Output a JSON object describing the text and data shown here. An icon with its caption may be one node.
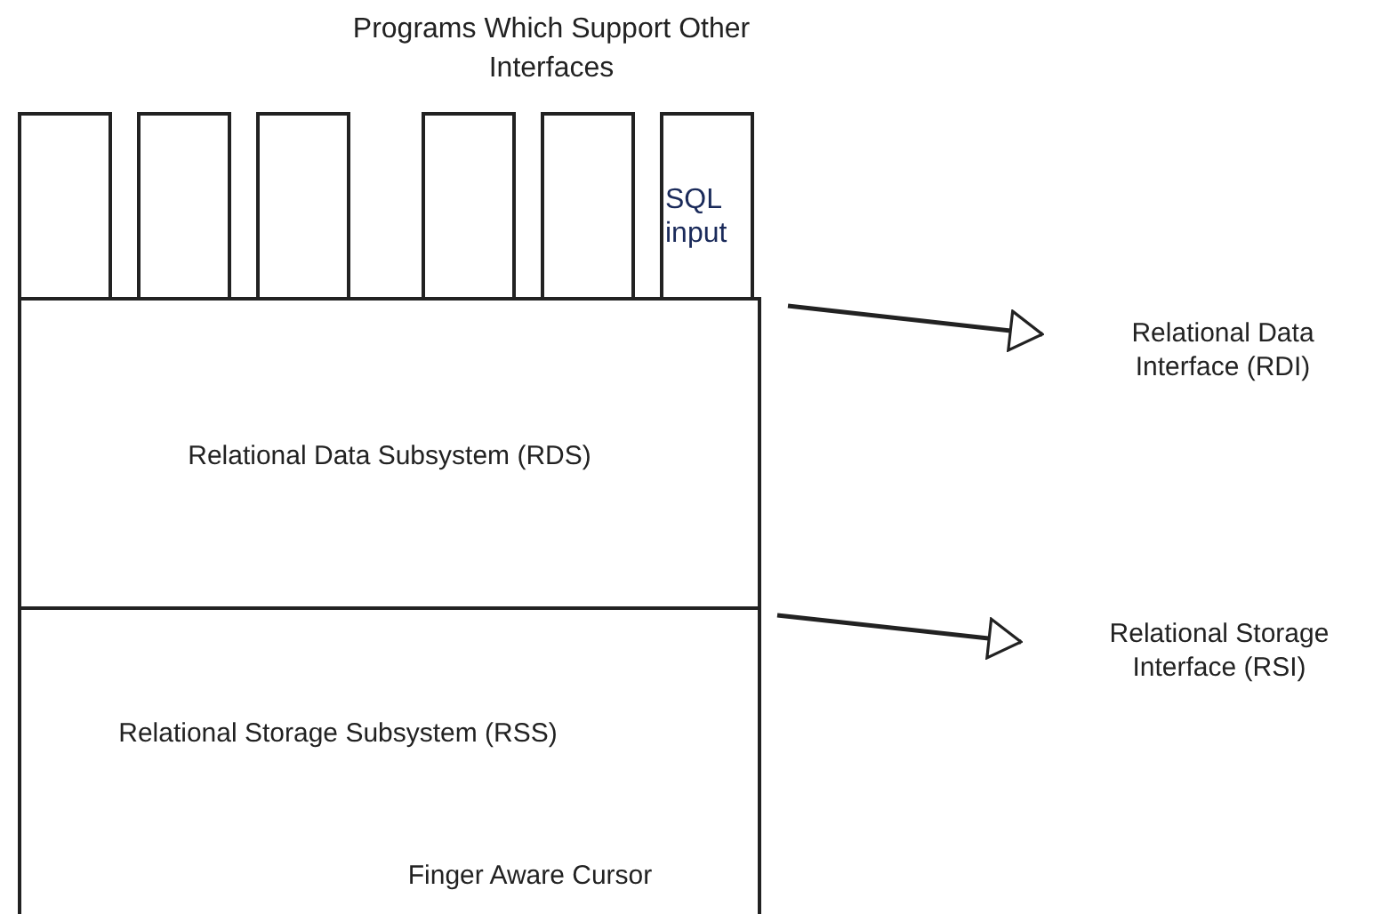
{
  "diagram": {
    "title": "Programs Which Support Other Interfaces",
    "nodes": [
      {
        "text": [],
        "shape": "box"
      },
      {
        "text": [],
        "shape": "box"
      },
      {
        "text": [],
        "shape": "box"
      },
      {
        "text": [],
        "shape": "box"
      },
      {
        "text": [],
        "shape": "box"
      },
      {
        "text": [
          "SQL input"
        ]
      },
      {
        "text": [
          "Relational Data Subsystem (RDS)"
        ]
      },
      {
        "text": [
          "Relational Storage Subsystem (RSS)",
          "Finger Aware Cursor"
        ]
      },
      {
        "text": [
          "Relational Data Interface (RDI)"
        ]
      },
      {
        "text": [
          "Relational Storage Interface (RSI)"
        ]
      }
    ],
    "edges": [
      {
        "from": 6,
        "to": 8,
        "arrow": "to"
      },
      {
        "from": 7,
        "to": 9,
        "arrow": "to"
      }
    ]
  }
}
